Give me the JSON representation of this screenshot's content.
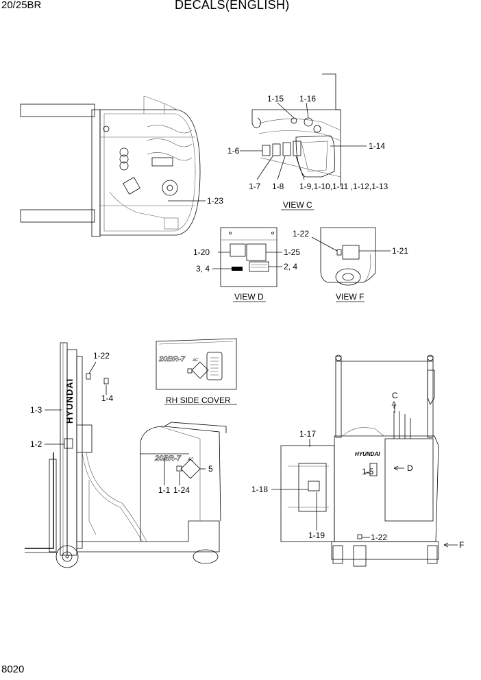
{
  "header": {
    "model": "20/25BR",
    "title": "DECALS(ENGLISH)",
    "page_number": "8020"
  },
  "view_labels": {
    "view_c": "VIEW C",
    "view_d": "VIEW D",
    "view_f": "VIEW F",
    "rh_side_cover": "RH SIDE COVER"
  },
  "callouts": {
    "c1_15": "1-15",
    "c1_16": "1-16",
    "c1_6": "1-6",
    "c1_14": "1-14",
    "c1_7": "1-7",
    "c1_8": "1-8",
    "c1_9_13": "1-9,1-10,1-11 ,1-12,1-13",
    "c1_23": "1-23",
    "c1_22_f": "1-22",
    "c1_21": "1-21",
    "c1_20": "1-20",
    "c1_25": "1-25",
    "c3_4": "3, 4",
    "c2_4": "2, 4",
    "c1_22_side": "1-22",
    "c1_4": "1-4",
    "c1_3": "1-3",
    "c1_2": "1-2",
    "c5": "5",
    "c1_1": "1-1",
    "c1_24": "1-24",
    "c_view_c": "C",
    "c1_17": "1-17",
    "c1_5": "1-5",
    "c_view_d": "D",
    "c1_18": "1-18",
    "c1_19": "1-19",
    "c1_22_rear": "1-22",
    "c_view_f": "F"
  },
  "decal_text": {
    "hyundai_mast": "HYUNDAI",
    "hyundai_rear": "HYUNDAI",
    "model_side": "20BR-7",
    "model_side_suffix": "AC",
    "model_cover": "20BR-7",
    "model_cover_suffix": "AC"
  }
}
